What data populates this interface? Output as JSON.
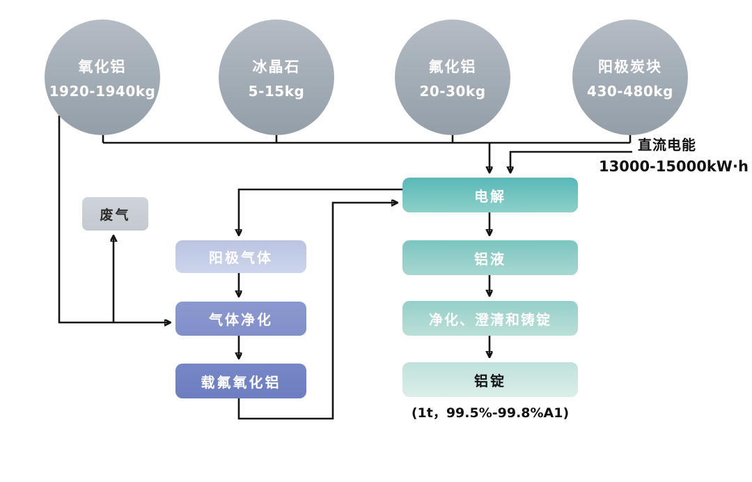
{
  "inputs": [
    {
      "name": "氧化铝",
      "amount": "1920-1940kg"
    },
    {
      "name": "冰晶石",
      "amount": "5-15kg"
    },
    {
      "name": "氟化铝",
      "amount": "20-30kg"
    },
    {
      "name": "阳极炭块",
      "amount": "430-480kg"
    }
  ],
  "energy": {
    "name": "直流电能",
    "amount": "13000-15000kW·h"
  },
  "process": {
    "electrolysis": "电解",
    "molten_aluminum": "铝液",
    "refining_casting": "净化、澄清和铸锭",
    "aluminum_ingot": "铝锭",
    "ingot_note": "(1t，99.5%-99.8%A1)"
  },
  "recycle": {
    "waste_gas": "废气",
    "anode_gas": "阳极气体",
    "gas_purification": "气体净化",
    "fluorine_loaded_alumina": "载氟氧化铝"
  },
  "colors": {
    "circle_top": "#b4bcc4",
    "circle_bottom": "#939ea8",
    "electrolysis_teal": "#58b8b7",
    "molten_teal": "#7cc5c0",
    "refining_teal": "#95cfc9",
    "ingot_teal": "#c0e1dc",
    "anode_gas_lavender": "#bac4e2",
    "gas_purification_blue": "#8290ca",
    "loaded_alumina_blue": "#6c7ec0",
    "waste_gas_gray": "#c9cfd5",
    "arrow": "#141414",
    "background": "#ffffff"
  }
}
